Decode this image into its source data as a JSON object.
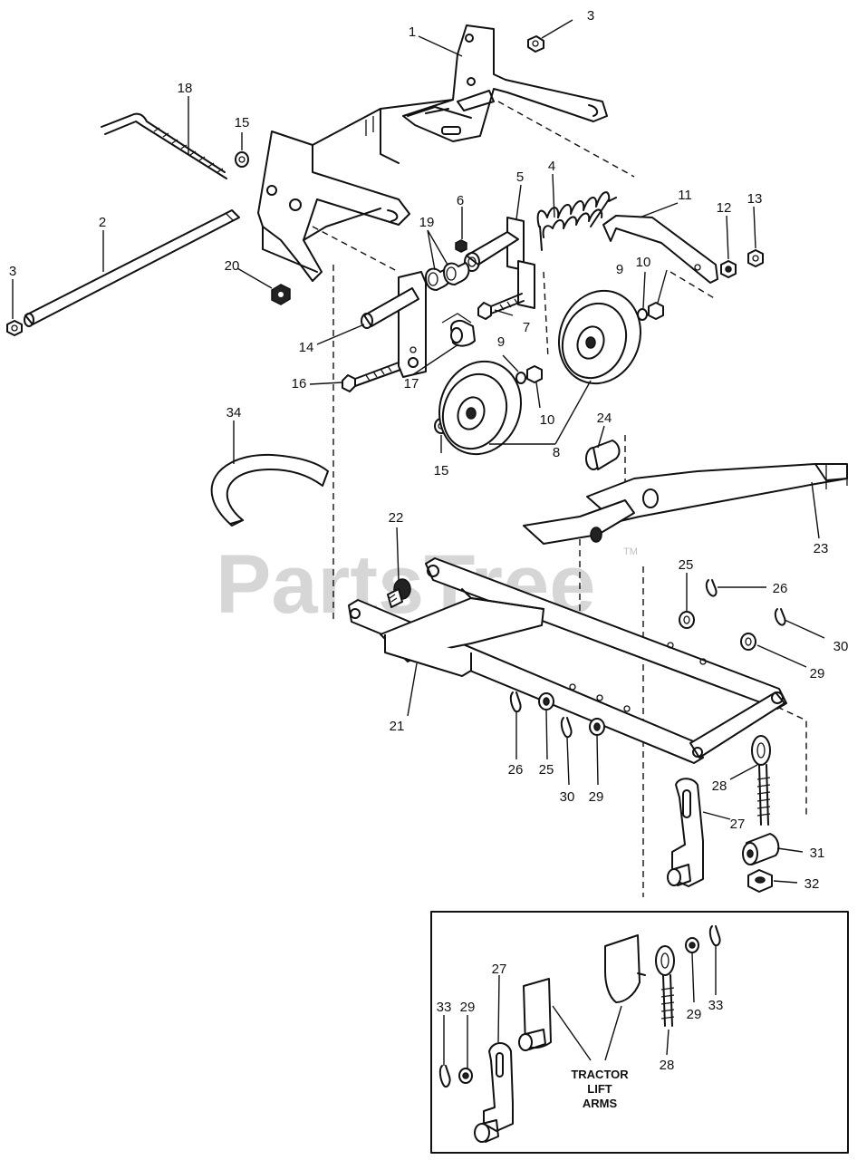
{
  "watermark": {
    "text": "PartsTree",
    "trademark": "TM"
  },
  "inset": {
    "caption_line1": "TRACTOR",
    "caption_line2": "LIFT",
    "caption_line3": "ARMS"
  },
  "callouts": {
    "c1": "1",
    "c2": "2",
    "c3a": "3",
    "c3b": "3",
    "c4": "4",
    "c5": "5",
    "c6": "6",
    "c7": "7",
    "c8": "8",
    "c9a": "9",
    "c9b": "9",
    "c10a": "10",
    "c10b": "10",
    "c11": "11",
    "c12": "12",
    "c13": "13",
    "c14": "14",
    "c15a": "15",
    "c15b": "15",
    "c16": "16",
    "c17": "17",
    "c18": "18",
    "c19": "19",
    "c20": "20",
    "c21": "21",
    "c22": "22",
    "c23": "23",
    "c24": "24",
    "c25a": "25",
    "c25b": "25",
    "c26a": "26",
    "c26b": "26",
    "c27a": "27",
    "c27b": "27",
    "c28a": "28",
    "c28b": "28",
    "c29a": "29",
    "c29b": "29",
    "c29c": "29",
    "c29d": "29",
    "c30a": "30",
    "c30b": "30",
    "c31": "31",
    "c32": "32",
    "c33a": "33",
    "c33b": "33",
    "c34": "34"
  }
}
